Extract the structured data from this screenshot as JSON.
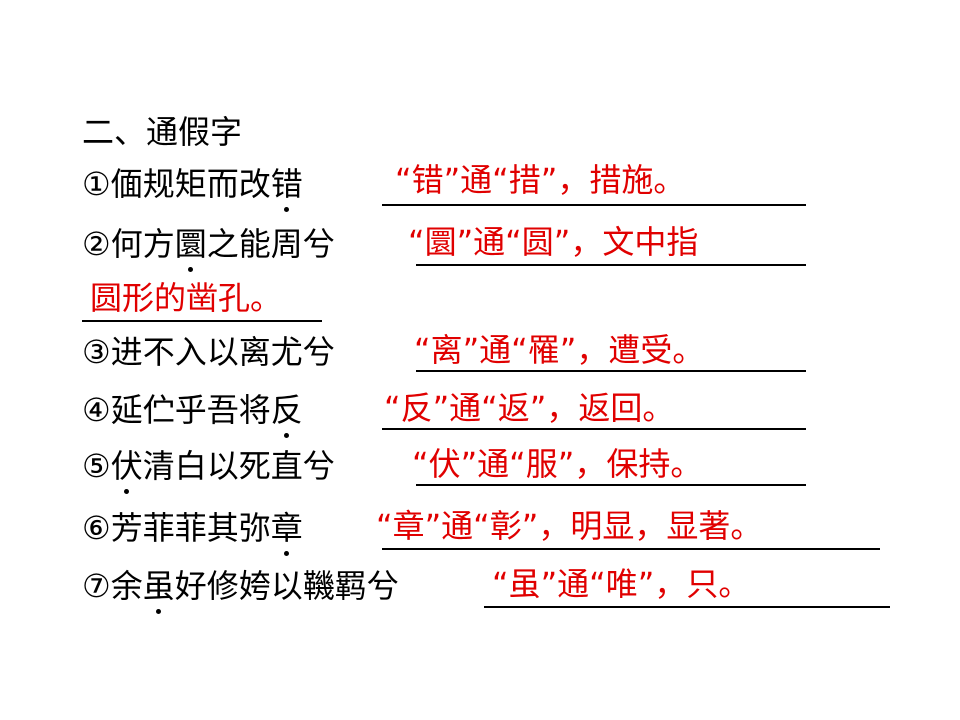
{
  "heading": "二、通假字",
  "items": [
    {
      "pre": "①偭规矩而改",
      "dot": "错",
      "post": "",
      "answer": "“错”通“措”，措施。"
    },
    {
      "pre": "②何方",
      "dot": "圜",
      "post": "之能周兮",
      "answer_line1": "“圜”通“圆”，文中指",
      "answer_line2": "圆形的凿孔。"
    },
    {
      "pre": "③进不入以",
      "dot": "离",
      "post": "尤兮",
      "answer": "“离”通“罹”，遭受。"
    },
    {
      "pre": "④延伫乎吾将",
      "dot": "反",
      "post": "",
      "answer": "“反”通“返”，返回。"
    },
    {
      "pre": "⑤",
      "dot": "伏",
      "post": "清白以死直兮",
      "answer": "“伏”通“服”，保持。"
    },
    {
      "pre": "⑥芳菲菲其弥",
      "dot": "章",
      "post": "",
      "answer": "“章”通“彰”，明显，显著。"
    },
    {
      "pre": "⑦余",
      "dot": "虽",
      "post": "好修姱以鞿羁兮",
      "answer": "“虽”通“唯”，只。"
    }
  ]
}
